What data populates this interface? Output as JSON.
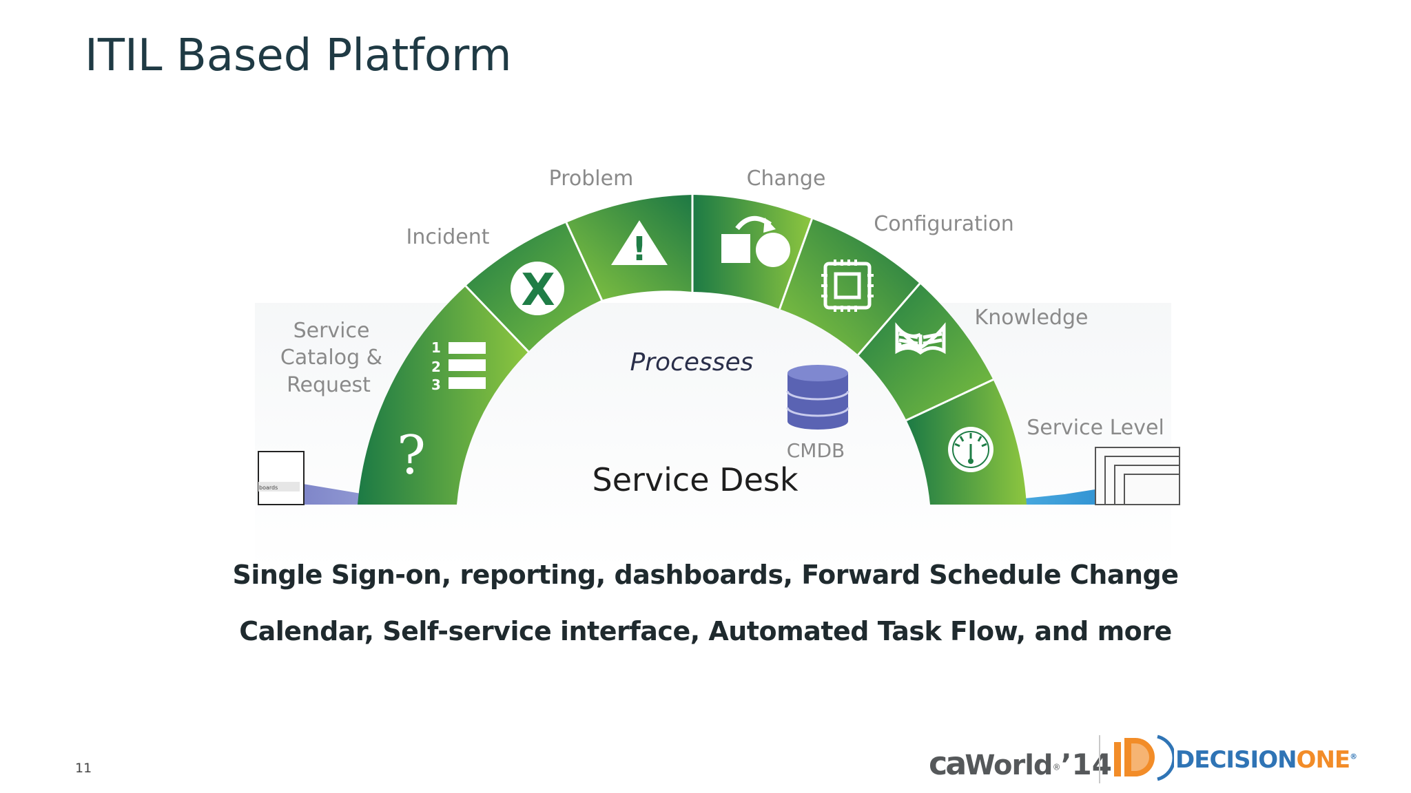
{
  "slide": {
    "title": "ITIL Based Platform",
    "page_number": "11"
  },
  "diagram": {
    "segments": [
      {
        "label_lines": [
          "Service",
          "Catalog &",
          "Request"
        ],
        "icons": [
          "numbered-list-icon",
          "question-mark-icon"
        ]
      },
      {
        "label_lines": [
          "Incident"
        ],
        "icon": "x-circle-icon"
      },
      {
        "label_lines": [
          "Problem"
        ],
        "icon": "warning-triangle-icon"
      },
      {
        "label_lines": [
          "Change"
        ],
        "icon": "shapes-change-icon"
      },
      {
        "label_lines": [
          "Configuration"
        ],
        "icon": "chip-icon"
      },
      {
        "label_lines": [
          "Knowledge"
        ],
        "icon": "open-book-icon"
      },
      {
        "label_lines": [
          "Service Level"
        ],
        "icon": "gauge-icon"
      }
    ],
    "center": {
      "processes": "Processes",
      "service_desk": "Service Desk",
      "cmdb": "CMDB"
    },
    "list_numbers": [
      "1",
      "2",
      "3"
    ],
    "question_mark": "?",
    "incident_glyph": "X",
    "problem_glyph": "!",
    "left_panel_text": "boards",
    "colors": {
      "arc_dark": "#1c7a45",
      "arc_light": "#8dc63f",
      "label_gray": "#8a8a8a",
      "db_blue": "#5a63b3",
      "accent_blue": "#3b9bd6"
    }
  },
  "caption": {
    "line1": "Single Sign-on, reporting, dashboards, Forward Schedule Change",
    "line2": "Calendar,  Self-service interface, Automated Task Flow,  and more"
  },
  "footer": {
    "ca_mark": "ca",
    "ca_word": "World",
    "ca_reg": "®",
    "ca_year": "’14",
    "d1_part1": "DECISION",
    "d1_part2": "ONE",
    "d1_reg": "®",
    "colors": {
      "d1_blue": "#2f74b5",
      "d1_orange": "#f28c28",
      "ca_gray": "#55585a"
    }
  }
}
